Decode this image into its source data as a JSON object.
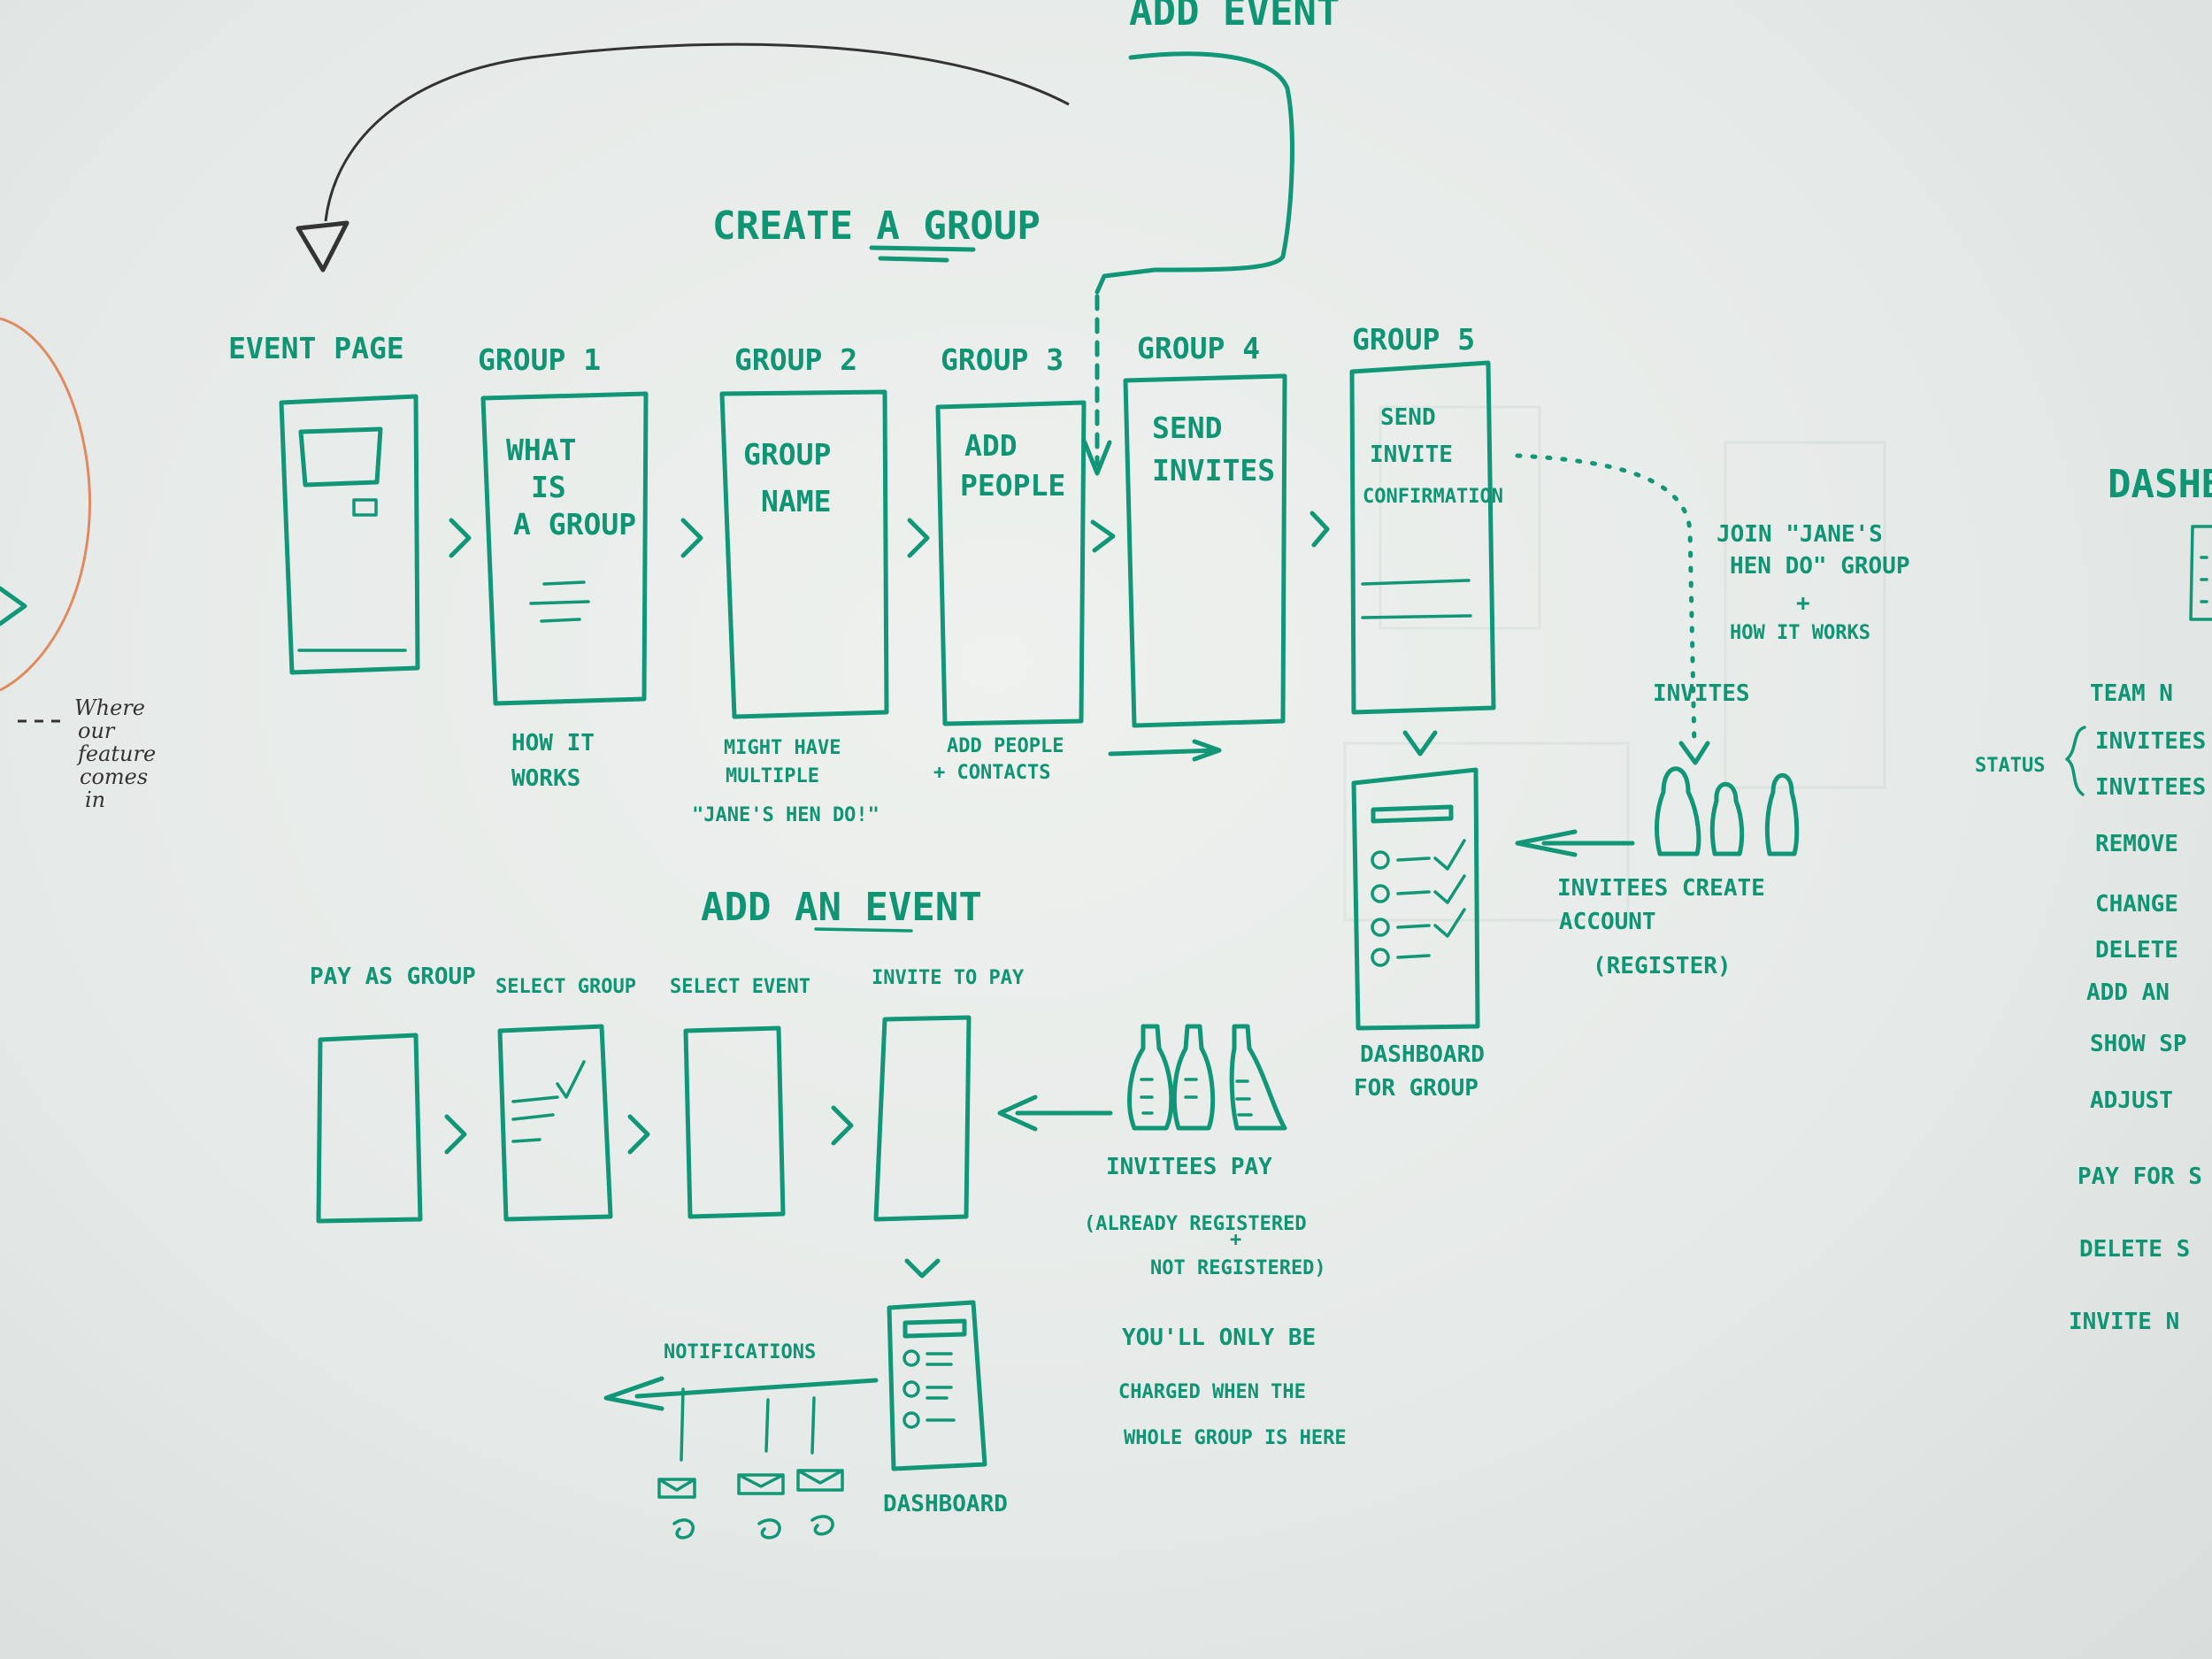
{
  "diagram": {
    "sections": {
      "create_group": "CREATE A GROUP",
      "add_event": "ADD AN EVENT",
      "add_event_top": "ADD EVENT",
      "dashboard": "DASHB"
    },
    "top_flow": [
      {
        "label": "EVENT PAGE",
        "inner": [],
        "caption": []
      },
      {
        "label": "GROUP 1",
        "inner": [
          "WHAT",
          "IS",
          "A GROUP"
        ],
        "caption": [
          "HOW IT",
          "WORKS"
        ]
      },
      {
        "label": "GROUP 2",
        "inner": [
          "GROUP",
          "NAME"
        ],
        "caption": [
          "MIGHT HAVE",
          "MULTIPLE",
          "\"JANE'S HEN DO!\""
        ]
      },
      {
        "label": "GROUP 3",
        "inner": [
          "ADD",
          "PEOPLE"
        ],
        "caption": [
          "ADD PEOPLE",
          "+ CONTACTS"
        ]
      },
      {
        "label": "GROUP 4",
        "inner": [
          "SEND",
          "INVITES"
        ],
        "caption": []
      },
      {
        "label": "GROUP 5",
        "inner": [
          "SEND",
          "INVITE",
          "CONFIRMATION"
        ],
        "caption": []
      }
    ],
    "bottom_flow": [
      {
        "label": "PAY AS GROUP"
      },
      {
        "label": "SELECT GROUP"
      },
      {
        "label": "SELECT EVENT"
      },
      {
        "label": "INVITE TO PAY"
      }
    ],
    "notes": {
      "where_feature": [
        "Where",
        "our",
        "feature",
        "comes",
        "in"
      ],
      "join": [
        "JOIN \"JANE'S",
        "HEN DO\" GROUP",
        "+",
        "HOW IT WORKS"
      ],
      "invites": "INVITES",
      "invitees_create": [
        "INVITEES CREATE",
        "ACCOUNT",
        "(REGISTER)"
      ],
      "dashboard_for_group": [
        "DASHBOARD",
        "FOR GROUP"
      ],
      "invitees_pay": [
        "INVITEES PAY",
        "(ALREADY REGISTERED",
        "+",
        "NOT REGISTERED)"
      ],
      "charged": [
        "YOU'LL ONLY BE",
        "CHARGED WHEN THE",
        "WHOLE GROUP IS HERE"
      ],
      "notifications": "NOTIFICATIONS",
      "dashboard": "DASHBOARD"
    },
    "right_list": {
      "status": "STATUS",
      "items": [
        "TEAM N",
        "INVITEES",
        "INVITEES",
        "REMOVE",
        "CHANGE",
        "DELETE",
        "ADD AN",
        "SHOW SP",
        "ADJUST",
        "PAY FOR S",
        "DELETE S",
        "INVITE N"
      ]
    },
    "colors": {
      "ink": "#119777",
      "board": "#e8ecea",
      "marker_orange": "#e08a60",
      "marker_black": "#333333"
    }
  }
}
